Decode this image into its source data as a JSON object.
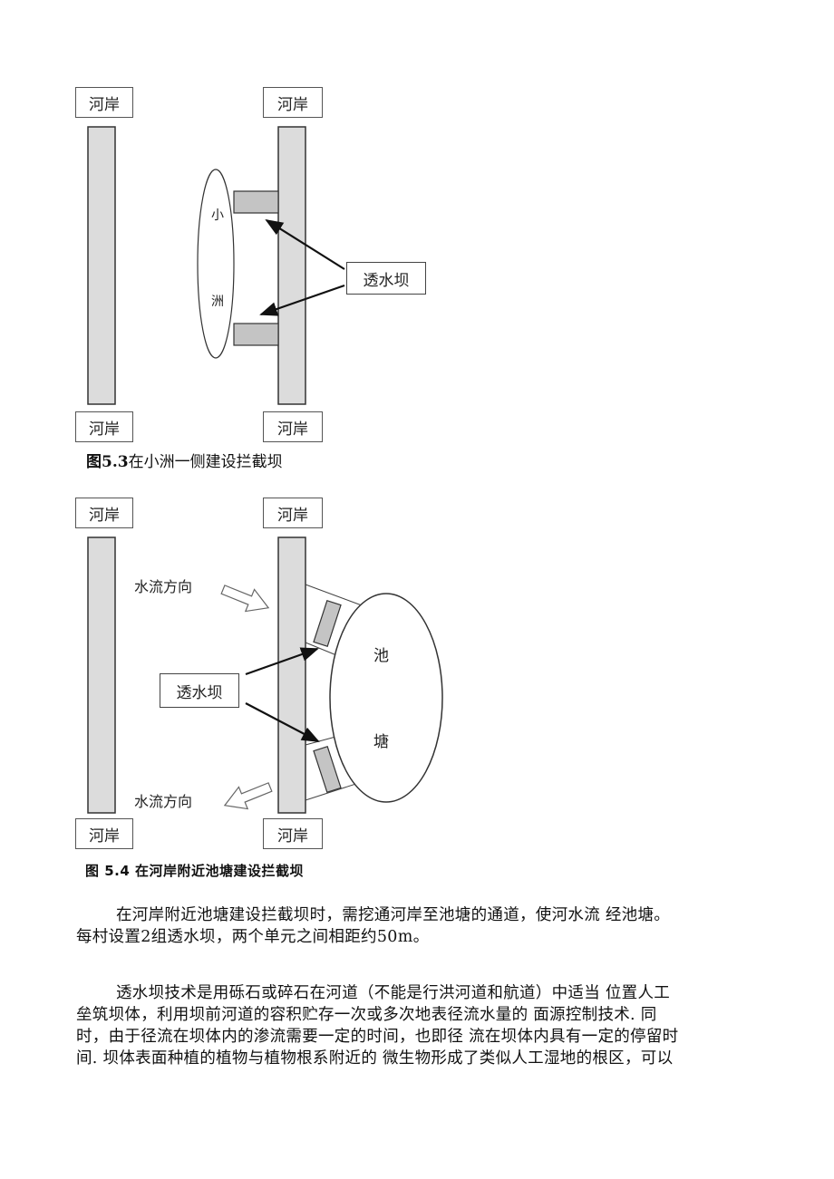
{
  "fig53": {
    "labels": {
      "bank_tl": "河岸",
      "bank_tr": "河岸",
      "bank_bl": "河岸",
      "bank_br": "河岸",
      "islet_top": "小",
      "islet_bottom": "洲",
      "dam": "透水坝"
    },
    "caption_num": "图5.3",
    "caption_text": "在小洲一侧建设拦截坝"
  },
  "fig54": {
    "labels": {
      "bank_tl": "河岸",
      "bank_tr": "河岸",
      "bank_bl": "河岸",
      "bank_br": "河岸",
      "flow_top": "水流方向",
      "flow_bottom": "水流方向",
      "dam": "透水坝",
      "pond_top": "池",
      "pond_bottom": "塘"
    },
    "caption": "图 5.4   在河岸附近池塘建设拦截坝"
  },
  "paragraphs": {
    "p1_line1": "在河岸附近池塘建设拦截坝时，需挖通河岸至池塘的通道，使河水流  经池塘。",
    "p1_line2": "每村设置2组透水坝，两个单元之间相距约50m。",
    "p2_line1": "透水坝技术是用砾石或碎石在河道（不能是行洪河道和航道）中适当  位置人工",
    "p2_line2": "垒筑坝体，利用坝前河道的容积贮存一次或多次地表径流水量的  面源控制技术. 同",
    "p2_line3": "时，由于径流在坝体内的渗流需要一定的时间，也即径  流在坝体内具有一定的停留时",
    "p2_line4": "间. 坝体表面种植的植物与植物根系附近的  微生物形成了类似人工湿地的根区，可以"
  }
}
